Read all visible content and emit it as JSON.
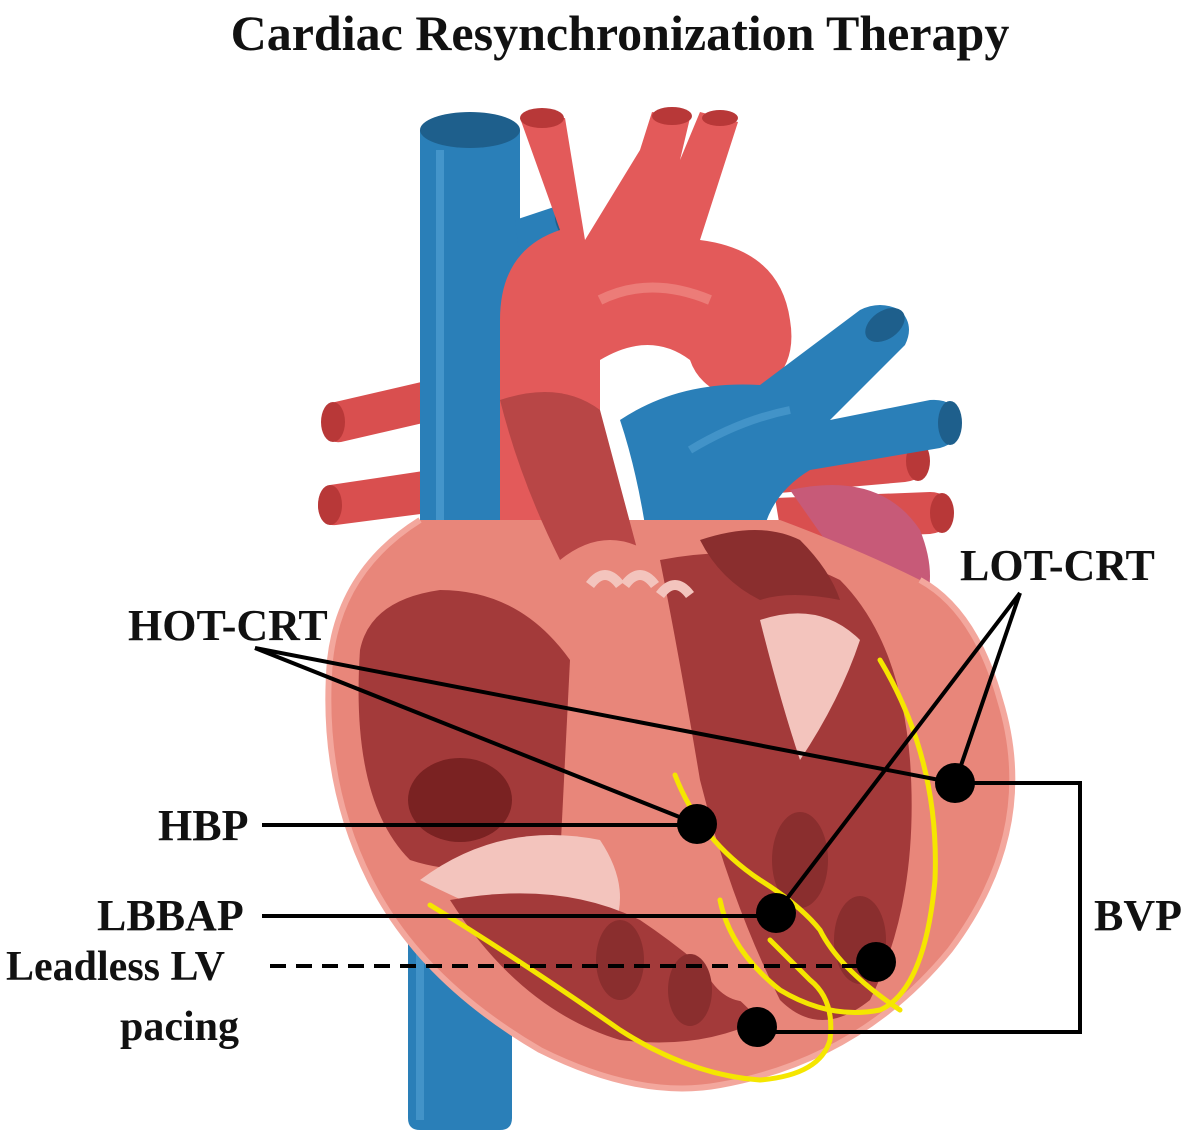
{
  "title": "Cardiac Resynchronization Therapy",
  "labels": {
    "hot_crt": "HOT-CRT",
    "lot_crt": "LOT-CRT",
    "hbp": "HBP",
    "lbbap": "LBBAP",
    "leadless_line1": "Leadless LV",
    "leadless_line2": "pacing",
    "bvp": "BVP"
  },
  "colors": {
    "vein_blue": "#2a7fb8",
    "artery_red": "#e35a5a",
    "myocardium": "#e8867a",
    "chamber_dark": "#a33a3a",
    "lead_yellow": "#f5e600",
    "marker": "#000000"
  }
}
